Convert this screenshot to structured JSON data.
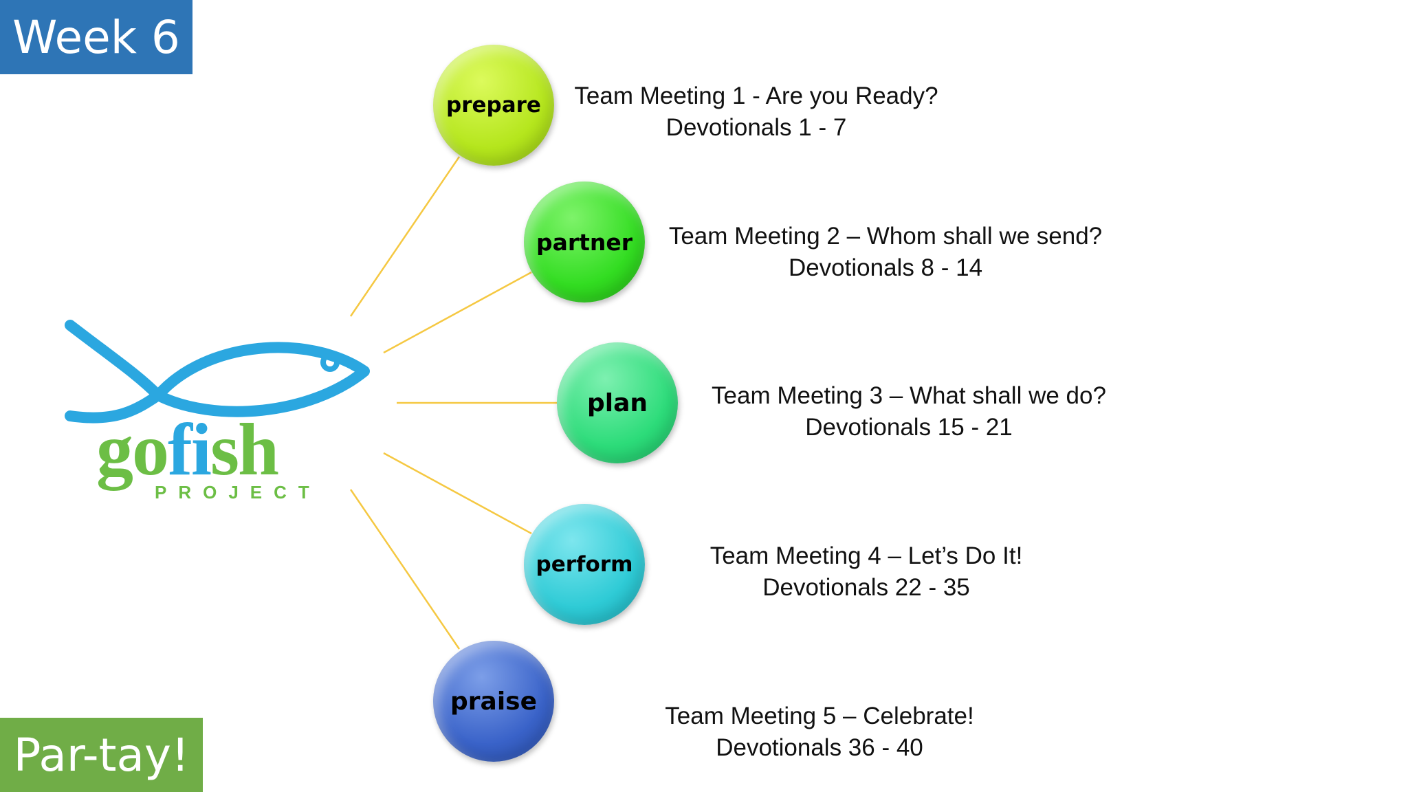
{
  "badges": {
    "week": "Week 6",
    "party": "Par-tay!"
  },
  "logo": {
    "word_green_part": "go",
    "word_blue_part": "fi",
    "word_green_end": "sh",
    "sub": "PROJECT",
    "fish_color": "#2ba7e0",
    "text_color": "#6cbe45"
  },
  "diagram": {
    "connector_color": "#f5c842",
    "nodes": [
      {
        "label": "prepare",
        "color": "#b5e61d",
        "title": "Team Meeting 1 - Are you Ready?",
        "detail": "Devotionals 1 - 7"
      },
      {
        "label": "partner",
        "color": "#33dd22",
        "title": "Team Meeting 2 – Whom shall we send?",
        "detail": "Devotionals 8 - 14"
      },
      {
        "label": "plan",
        "color": "#2ddc7a",
        "title": "Team Meeting 3 – What shall we do?",
        "detail": "Devotionals 15 - 21"
      },
      {
        "label": "perform",
        "color": "#2fcbd6",
        "title": "Team Meeting 4 – Let’s Do It!",
        "detail": "Devotionals 22 - 35"
      },
      {
        "label": "praise",
        "color": "#3a63c9",
        "title": "Team Meeting 5 – Celebrate!",
        "detail": "Devotionals 36 - 40"
      }
    ]
  }
}
